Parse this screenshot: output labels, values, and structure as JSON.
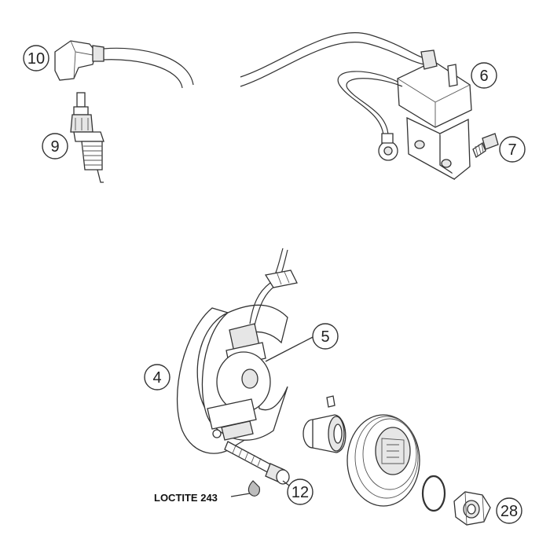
{
  "callouts": {
    "spark_plug_cap": "10",
    "spark_plug": "9",
    "ignition_coil": "6",
    "coil_bolt": "7",
    "stator_plate": "4",
    "pickup_coil": "5",
    "stator_screw": "12",
    "rotor_nut": "28"
  },
  "notes": {
    "loctite": "LOCTITE 243"
  }
}
